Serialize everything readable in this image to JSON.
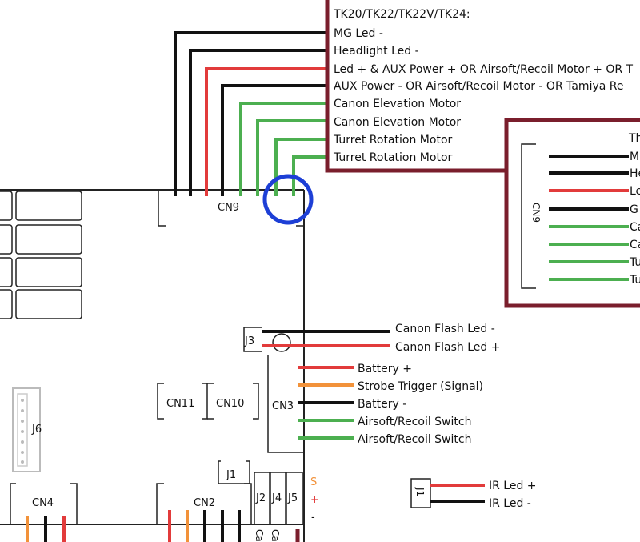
{
  "colors": {
    "black": "#111111",
    "red": "#e23b3b",
    "green": "#4caf50",
    "orange": "#f2923a",
    "frame": "#7a1e2c",
    "highlight": "#1d3fd6",
    "outline": "#222222"
  },
  "main_box": {
    "title": "TK20/TK22/TK22V/TK24:",
    "lines": [
      "MG Led -",
      "Headlight Led -",
      "Led + & AUX Power + OR Airsoft/Recoil Motor + OR T",
      "AUX Power - OR Airsoft/Recoil Motor - OR Tamiya Re",
      "Canon Elevation Motor",
      "Canon Elevation Motor",
      "Turret Rotation Motor",
      "Turret Rotation Motor"
    ]
  },
  "inset_box": {
    "connector_label": "CN9",
    "title": "Th",
    "lines": [
      "M",
      "He",
      "Le",
      "G",
      "Ca",
      "Ca",
      "Tu",
      "Tu"
    ]
  },
  "connectors": {
    "cn9": "CN9",
    "cn3": "CN3",
    "cn11": "CN11",
    "cn10": "CN10",
    "cn4": "CN4",
    "cn2": "CN2",
    "j1": "J1",
    "j2": "J2",
    "j3": "J3",
    "j4": "J4",
    "j5": "J5",
    "j6": "J6",
    "ir_j1": "J1"
  },
  "j3_labels": [
    "Canon Flash Led -",
    "Canon Flash Led +"
  ],
  "cn3_labels": [
    "Battery +",
    "Strobe Trigger (Signal)",
    "Battery -",
    "Airsoft/Recoil Switch",
    "Airsoft/Recoil Switch"
  ],
  "ir_labels": [
    "IR Led +",
    "IR Led -"
  ],
  "side_markers": {
    "s": "S",
    "plus": "+",
    "minus": "-"
  },
  "bottom_partials": [
    "Ca",
    "Ca"
  ]
}
